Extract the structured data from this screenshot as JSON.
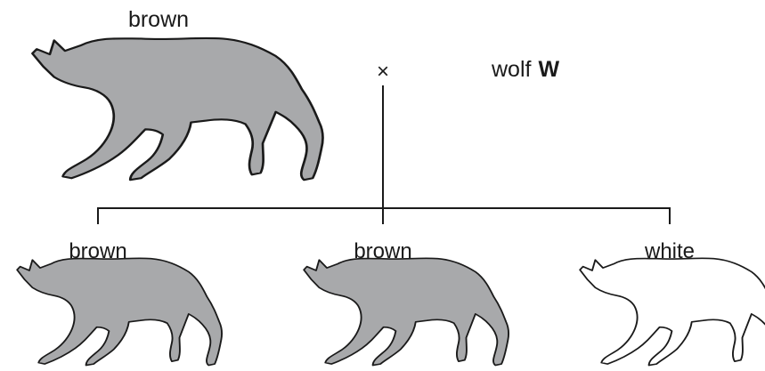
{
  "colors": {
    "brown_fill": "#a8a9ab",
    "white_fill": "#ffffff",
    "outline": "#1a1a1a"
  },
  "parents": {
    "left": {
      "label": "brown",
      "color": "brown"
    },
    "cross_symbol": "×",
    "right": {
      "name": "wolf",
      "letter": "W"
    }
  },
  "offspring": [
    {
      "label": "brown",
      "color": "brown"
    },
    {
      "label": "brown",
      "color": "brown"
    },
    {
      "label": "white",
      "color": "white"
    }
  ]
}
